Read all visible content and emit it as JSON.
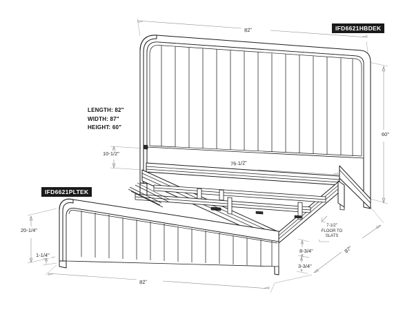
{
  "drawing": {
    "title": "bed-technical-dimension-drawing",
    "background_color": "#ffffff",
    "line_color": "#1a1a1a",
    "dimension_line_color": "#777777"
  },
  "part_tags": [
    {
      "id": "headboard",
      "label": "IFD6621HBDEK",
      "background": "#1a1a1a",
      "text_color": "#ffffff"
    },
    {
      "id": "platform",
      "label": "IFD6621PLTEK",
      "background": "#1a1a1a",
      "text_color": "#ffffff"
    }
  ],
  "specs": {
    "length_line": "LENGTH: 82\"",
    "width_line": "WIDTH: 87\"",
    "height_line": "HEIGHT: 60\""
  },
  "dimensions": {
    "headboard_width": "82\"",
    "overall_height": "60\"",
    "inner_mattress_width": "76-1/2\"",
    "headboard_to_rail": "10-1/2\"",
    "footboard_height": "20-1/4\"",
    "foot_clearance": "1-1/4\"",
    "footboard_width": "82\"",
    "rail_height": "8-3/4\"",
    "leg_height": "3-3/4\"",
    "floor_to_slats": "7-1/2\"",
    "floor_to_slats_note_line1": "FLOOR TO",
    "floor_to_slats_note_line2": "SLATS",
    "overall_length": "87\""
  }
}
